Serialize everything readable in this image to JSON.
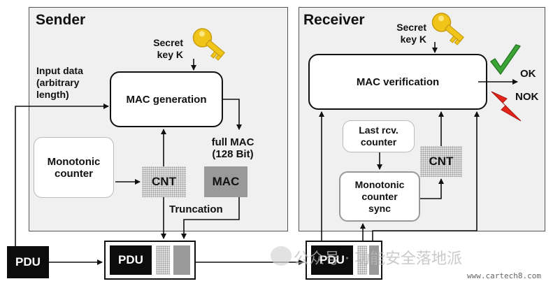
{
  "sender": {
    "title": "Sender",
    "secret_key": "Secret\nkey K",
    "input_data": "Input data\n(arbitrary\nlength)",
    "mac_generation": "MAC generation",
    "full_mac": "full MAC\n(128 Bit)",
    "monotonic_counter": "Monotonic\ncounter",
    "cnt": "CNT",
    "mac": "MAC",
    "truncation": "Truncation"
  },
  "receiver": {
    "title": "Receiver",
    "secret_key": "Secret\nkey K",
    "mac_verification": "MAC verification",
    "ok": "OK",
    "nok": "NOK",
    "last_rcv_counter": "Last rcv.\ncounter",
    "monotonic_counter_sync": "Monotonic\ncounter\nsync",
    "cnt": "CNT"
  },
  "pdu": {
    "source": "PDU",
    "secured_out": "PDU",
    "secured_in": "PDU"
  },
  "watermark": {
    "text": "公众号 · 功能安全落地派",
    "site": "www.cartech8.com"
  },
  "colors": {
    "key": "#f0c419",
    "ok_check": "#3aa535",
    "nok_bolt": "#e3241b"
  }
}
